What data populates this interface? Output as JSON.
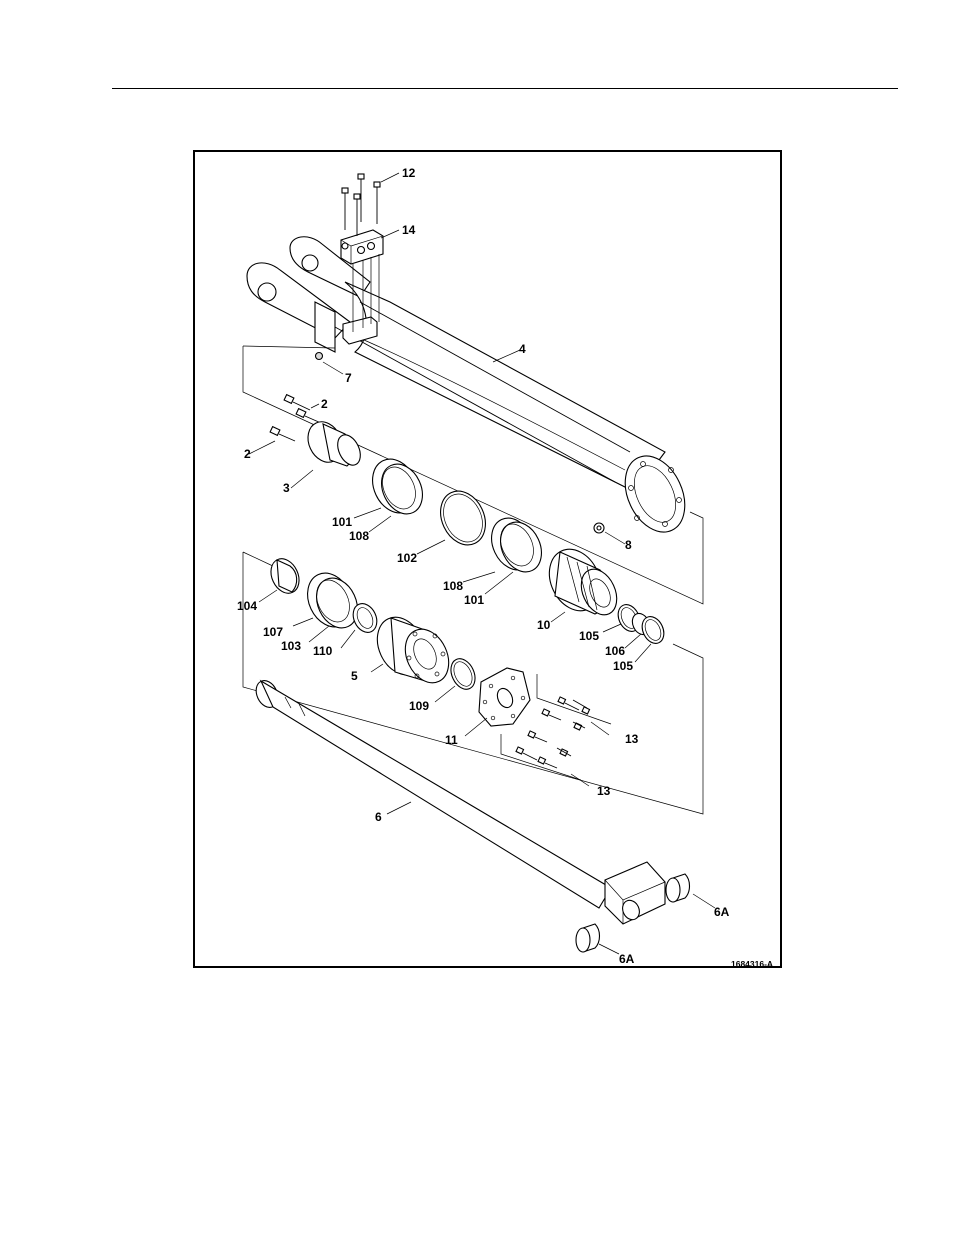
{
  "figure": {
    "drawing_id": "1684316-A",
    "callouts": {
      "c12": "12",
      "c14": "14",
      "c4": "4",
      "c7": "7",
      "c2a": "2",
      "c2b": "2",
      "c3": "3",
      "c101a": "101",
      "c108a": "108",
      "c102": "102",
      "c8": "8",
      "c108b": "108",
      "c101b": "101",
      "c104": "104",
      "c107": "107",
      "c103": "103",
      "c110": "110",
      "c5": "5",
      "c10": "10",
      "c105a": "105",
      "c106": "106",
      "c105b": "105",
      "c109": "109",
      "c11": "11",
      "c13a": "13",
      "c13b": "13",
      "c6": "6",
      "c6Aa": "6A",
      "c6Ab": "6A"
    }
  }
}
